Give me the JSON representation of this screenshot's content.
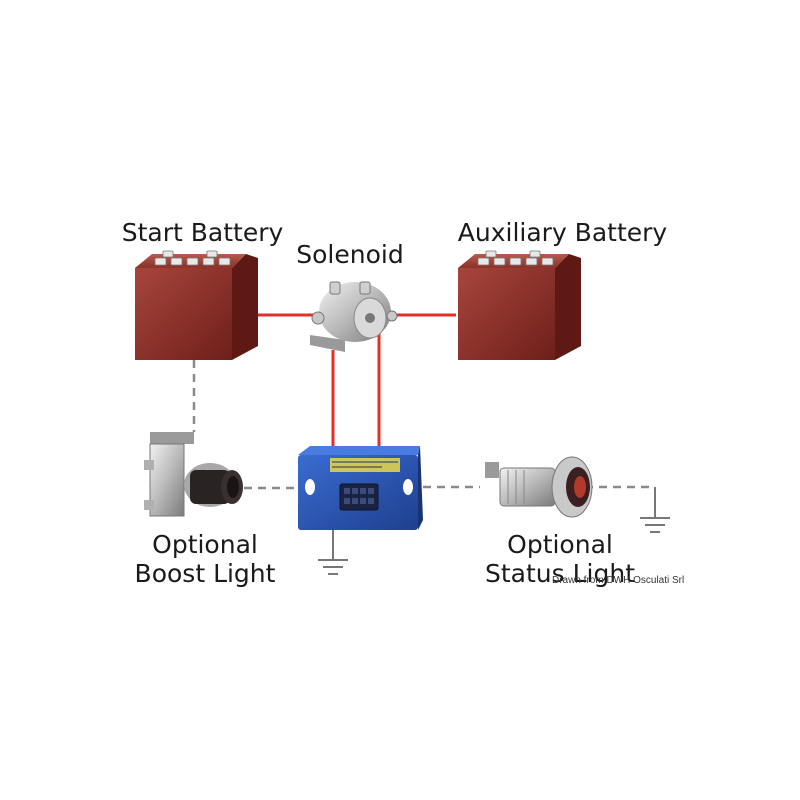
{
  "labels": {
    "start_battery": "Start Battery",
    "solenoid": "Solenoid",
    "auxiliary_battery": "Auxiliary Battery",
    "boost_light_line1": "Optional",
    "boost_light_line2": "Boost Light",
    "status_light_line1": "Optional",
    "status_light_line2": "Status Light"
  },
  "credit": "Drawn from DWH Osculati Srl",
  "colors": {
    "wire": "#e0302a",
    "dashed_wire": "#8a8a8a",
    "battery": "#8e2b24",
    "controller": "#2a55b5",
    "label_text": "#1a1a1a"
  },
  "icons": [
    "battery-icon",
    "solenoid-icon",
    "controller-module-icon",
    "push-button-switch-icon",
    "indicator-lamp-icon",
    "ground-icon"
  ]
}
